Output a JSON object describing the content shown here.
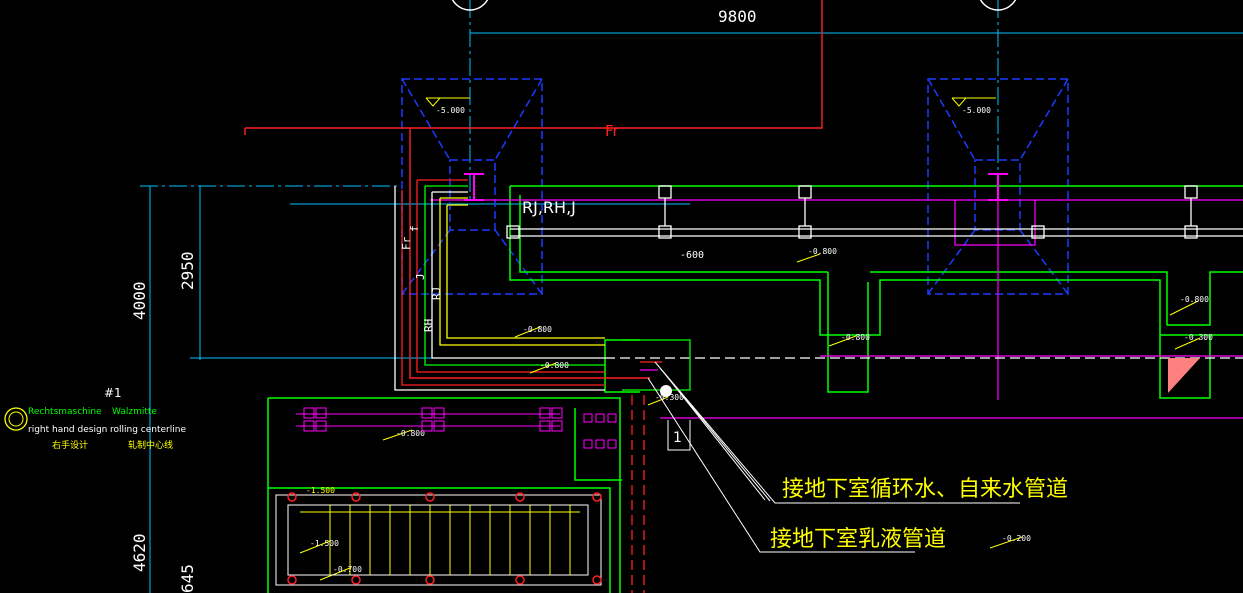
{
  "dims": {
    "top": "9800",
    "left_a": "4000",
    "left_b": "2950",
    "left_c": "4620",
    "left_d": "645"
  },
  "pipes": {
    "fr": "Fr",
    "group": "RJ,RH,J",
    "v1": "Fr",
    "v2": "J",
    "v3": "RJ",
    "v4": "RH",
    "v5": "f"
  },
  "elevations": {
    "pit_left": "-5.000",
    "pit_right": "-5.000",
    "trench": "-600",
    "e1": "-0.800",
    "e2": "-0.800",
    "e3": "-0.800",
    "e4": "-0.800",
    "e5": "-0.800",
    "e6": "-0.800",
    "e7": "-0.300",
    "e8": "-0.300",
    "e9": "-1.500",
    "e10": "-0.700",
    "e11": "-0.200",
    "e12": "-1.500"
  },
  "legend": {
    "marker": "#1",
    "l1": "Rechtsmaschine",
    "l2": "right hand design",
    "l3": "右手设计",
    "r1": "Walzmitte",
    "r2": "rolling centerline",
    "r3": "轧制中心线"
  },
  "notes": {
    "n1": "接地下室循环水、自来水管道",
    "n2": "接地下室乳液管道",
    "tag": "1"
  },
  "colors": {
    "background": "#000000",
    "axis": "#00bfff",
    "structure": "#00ff00",
    "pit": "#1a3cff",
    "pipe_red": "#ff2020",
    "pipe_magenta": "#ff00ff",
    "pipe_yellow": "#ffff00",
    "text_white": "#ffffff"
  }
}
